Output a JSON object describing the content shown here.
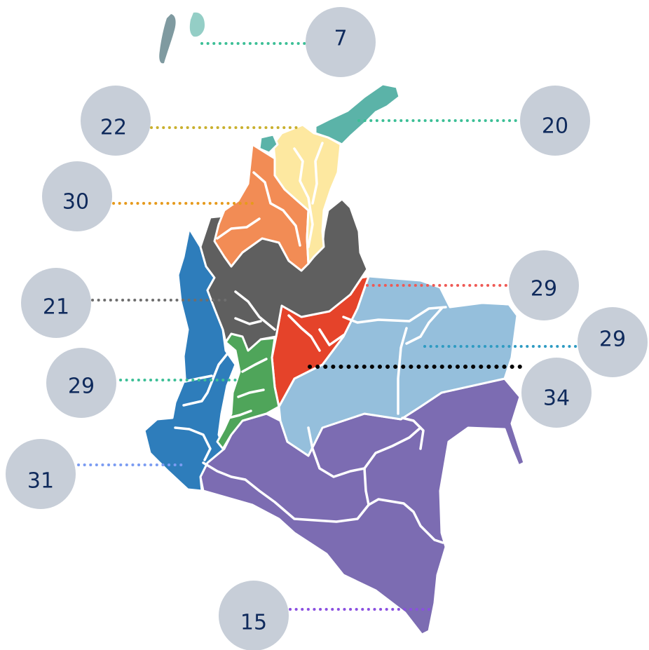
{
  "colors": {
    "badge": "#c7ced8",
    "badge_text": "#0f2a5c",
    "islands": "#7f9aa0",
    "caribbean_east": "#5bb3a8",
    "caribbean_central": "#fde8a0",
    "caribbean_west": "#f28c55",
    "andean": "#5f5f5f",
    "eastern_plains": "#e5432a",
    "pacific": "#2e7dbb",
    "coffee_axis": "#4fa55a",
    "orinoquia": "#95bfdc",
    "amazon": "#7c6cb2"
  },
  "regions": [
    {
      "id": "islands",
      "value": "7",
      "line_color": "#3cbf96"
    },
    {
      "id": "caribbean_east",
      "value": "20",
      "line_color": "#3cbf96"
    },
    {
      "id": "caribbean_central",
      "value": "22",
      "line_color": "#c9b02e"
    },
    {
      "id": "caribbean_west",
      "value": "30",
      "line_color": "#e69a1c"
    },
    {
      "id": "andean",
      "value": "21",
      "line_color": "#6e6e6e"
    },
    {
      "id": "eastern_plains",
      "value": "29",
      "line_color": "#ef5a55"
    },
    {
      "id": "orinoquia_east",
      "value": "29",
      "line_color": "#2e9bc2"
    },
    {
      "id": "coffee_axis",
      "value": "29",
      "line_color": "#3cbf96"
    },
    {
      "id": "orinoquia_south",
      "value": "34",
      "line_color": "#000000"
    },
    {
      "id": "pacific",
      "value": "31",
      "line_color": "#7b9cf2"
    },
    {
      "id": "amazon",
      "value": "15",
      "line_color": "#8a4fe0"
    }
  ]
}
